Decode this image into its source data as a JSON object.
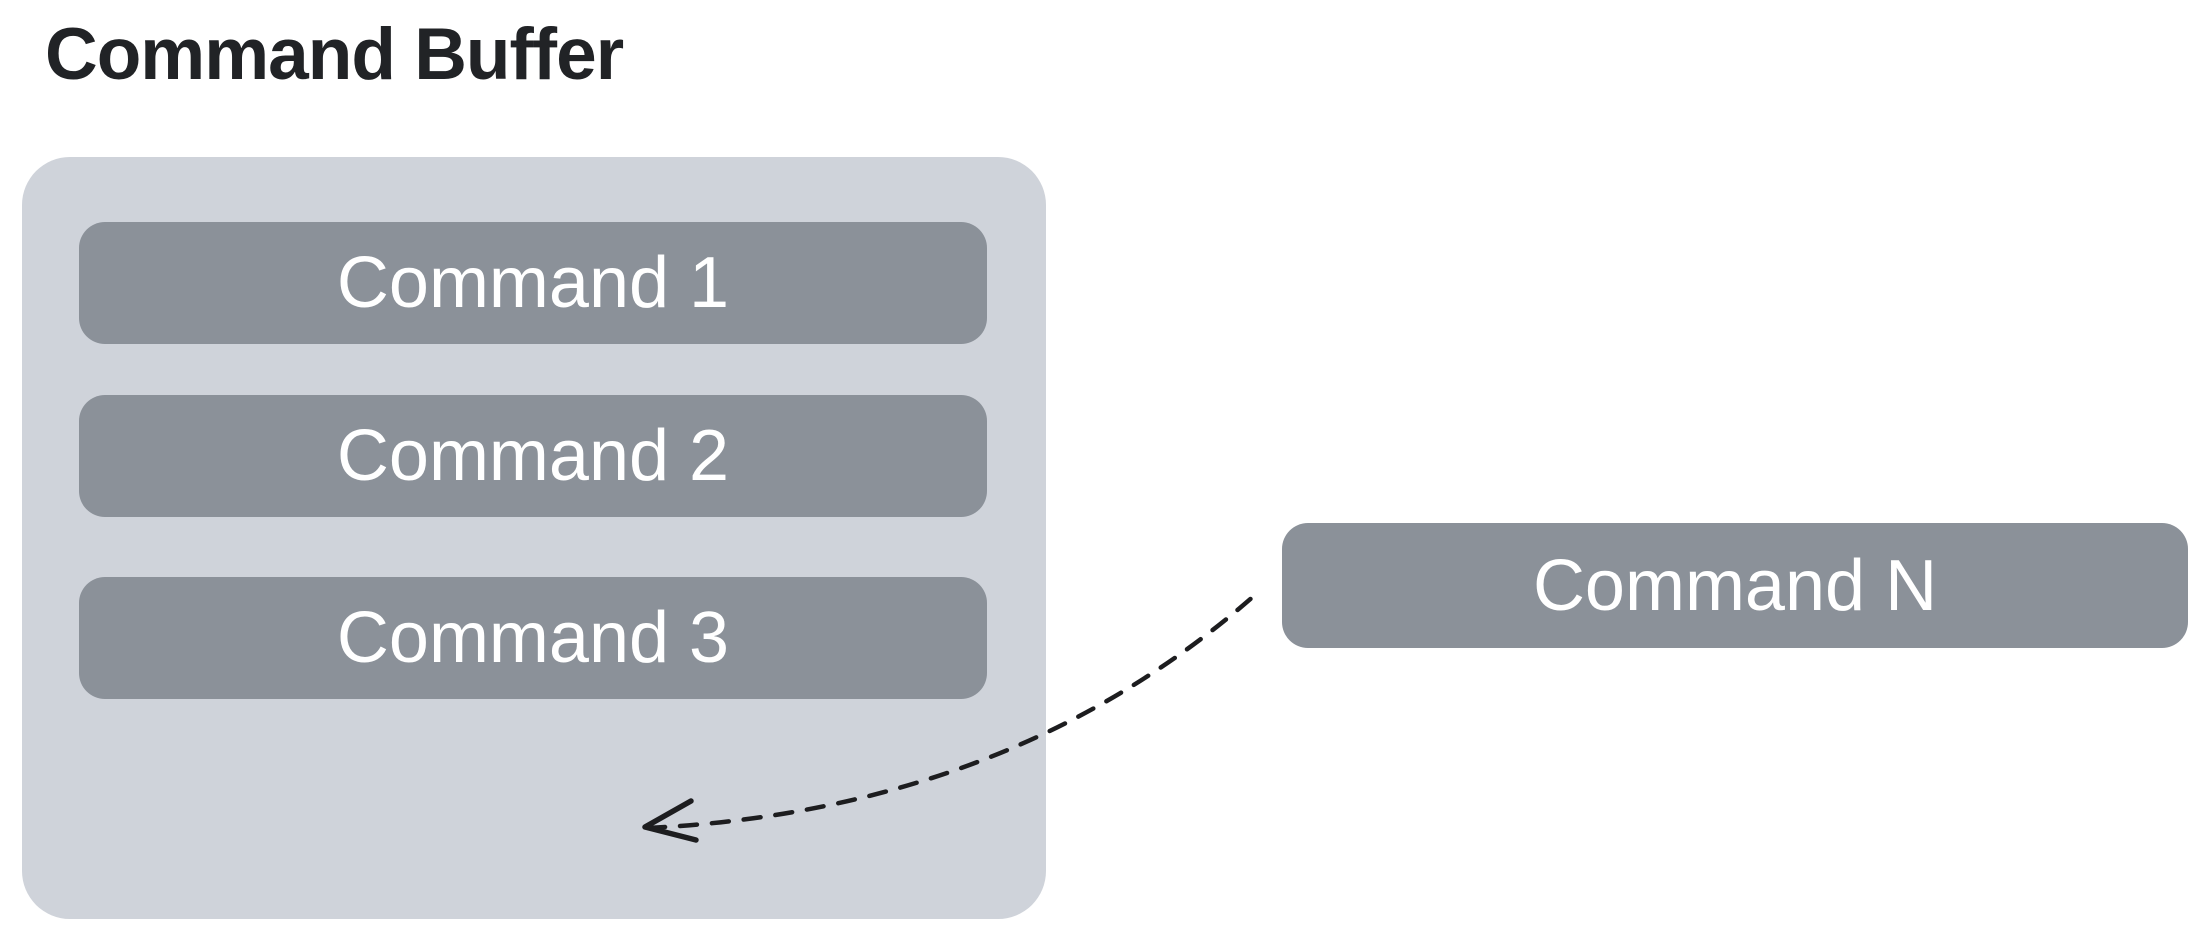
{
  "diagram": {
    "title": "Command Buffer",
    "buffer": {
      "commands": [
        "Command 1",
        "Command 2",
        "Command 3"
      ]
    },
    "incoming": {
      "label": "Command N"
    },
    "arrow": {
      "style": "dashed-curved",
      "meaning": "Command N is appended into the Command Buffer"
    },
    "colors": {
      "background": "#ffffff",
      "container_fill": "#cfd3da",
      "command_fill": "#8b9199",
      "command_text": "#ffffff",
      "title_text": "#212326",
      "arrow_stroke": "#1d1d1f"
    }
  }
}
